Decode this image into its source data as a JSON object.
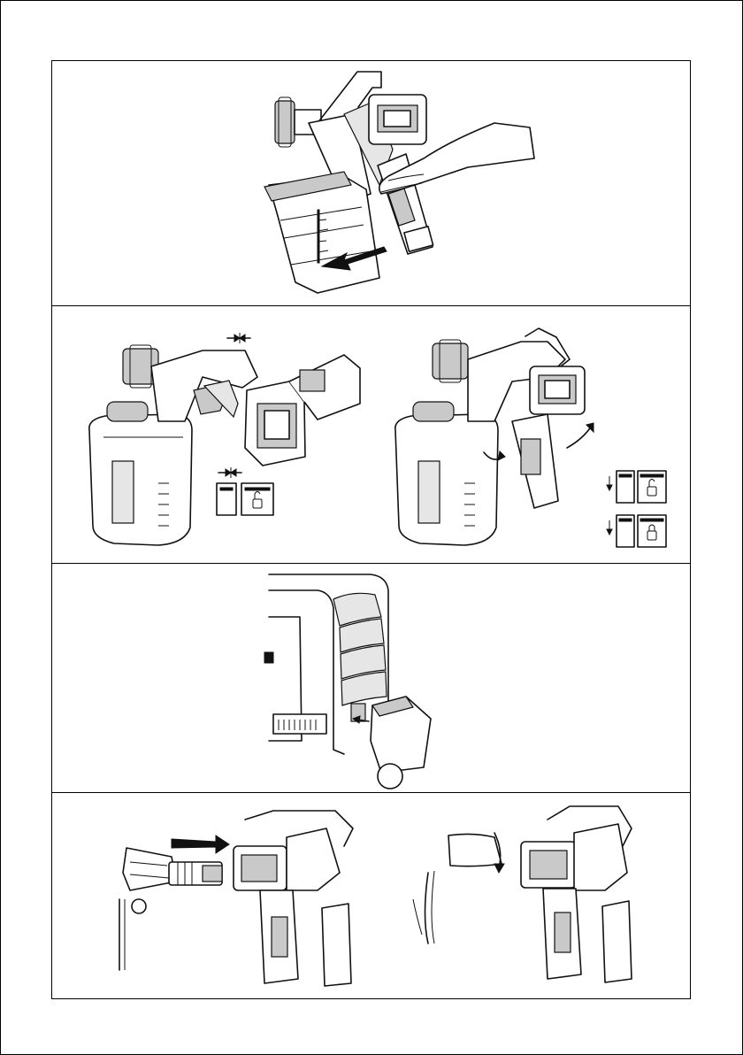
{
  "page": {
    "panels": [
      {
        "id": "step-remove-container"
      },
      {
        "id": "step-attach-motor-unit"
      },
      {
        "id": "step-insert-filter"
      },
      {
        "id": "step-connect-hose"
      }
    ]
  },
  "icons": {
    "pull-arrow": "arrow-left",
    "align-arrows": "arrows-converge",
    "rotate-arrow": "curved-arrow",
    "push-arrow": "arrow-right",
    "lock-open": "unlocked-padlock",
    "lock-closed": "locked-padlock",
    "down-arrow": "arrow-down"
  },
  "colors": {
    "line": "#111111",
    "shade": "#c9c9c9",
    "light_shade": "#e6e6e6",
    "background": "#ffffff"
  }
}
